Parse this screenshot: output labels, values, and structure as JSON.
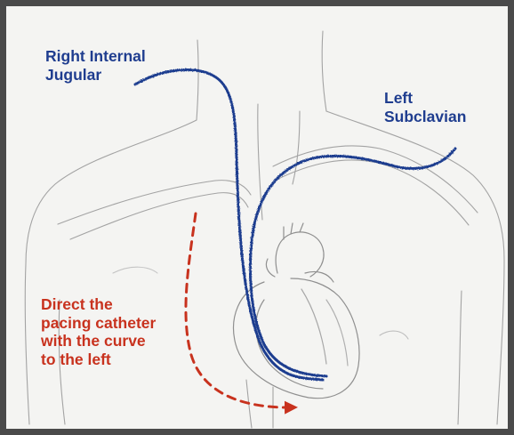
{
  "labels": {
    "right_internal_jugular": [
      "Right Internal",
      "Jugular"
    ],
    "left_subclavian": [
      "Left",
      "Subclavian"
    ],
    "instruction": [
      "Direct the",
      "pacing catheter",
      "with the curve",
      "to the left"
    ]
  },
  "colors": {
    "frame": "#4a4a4a",
    "paper": "#f4f4f2",
    "pencil": "#9a9a9a",
    "catheter": "#1f3d8f",
    "annotation": "#c8321e"
  },
  "icons": {
    "heart": "heart-sketch-icon",
    "direction": "dashed-curved-arrow-icon"
  }
}
